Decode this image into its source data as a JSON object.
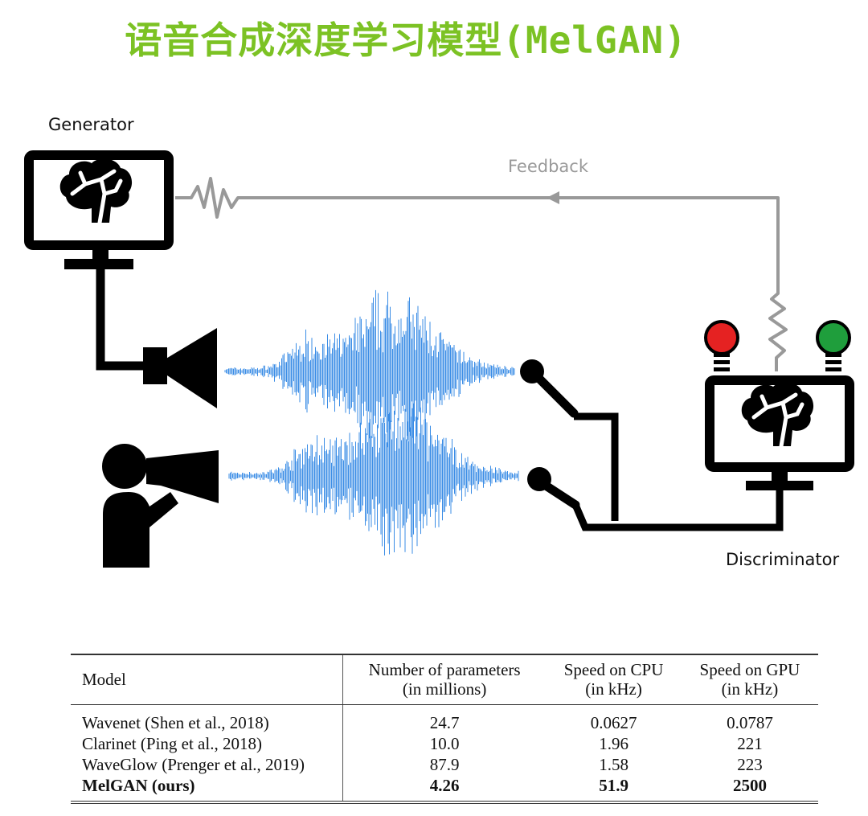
{
  "title": "语音合成深度学习模型(MelGAN)",
  "diagram": {
    "generator_label": "Generator",
    "discriminator_label": "Discriminator",
    "feedback_label": "Feedback",
    "colors": {
      "title": "#7cc224",
      "feedback": "#999999",
      "waveform": "#3b8de6",
      "bulb_red": "#e52222",
      "bulb_green": "#1f9e3c"
    },
    "icons": [
      "brain-icon",
      "monitor-icon",
      "speaker-icon",
      "person-megaphone-icon",
      "microphone-icon",
      "light-bulb-icon",
      "waveform-icon"
    ]
  },
  "table": {
    "headers": [
      [
        "Model"
      ],
      [
        "Number of parameters",
        "(in millions)"
      ],
      [
        "Speed on CPU",
        "(in kHz)"
      ],
      [
        "Speed on GPU",
        "(in kHz)"
      ]
    ],
    "rows": [
      {
        "model": "Wavenet (Shen et al., 2018)",
        "params": "24.7",
        "cpu": "0.0627",
        "gpu": "0.0787"
      },
      {
        "model": "Clarinet (Ping et al., 2018)",
        "params": "10.0",
        "cpu": "1.96",
        "gpu": "221"
      },
      {
        "model": "WaveGlow (Prenger et al., 2019)",
        "params": "87.9",
        "cpu": "1.58",
        "gpu": "223"
      },
      {
        "model": "MelGAN (ours)",
        "params": "4.26",
        "cpu": "51.9",
        "gpu": "2500"
      }
    ]
  }
}
